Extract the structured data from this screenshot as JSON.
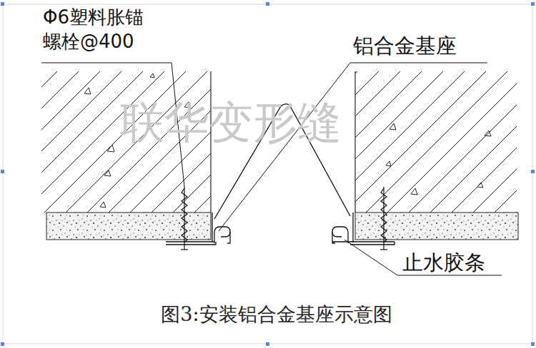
{
  "diagram": {
    "caption": "图3:安装铝合金基座示意图",
    "labels": [
      "Φ6塑料胀锚 螺栓@400",
      "铝合金基座",
      "联华变形缝",
      "止水胶条"
    ]
  }
}
